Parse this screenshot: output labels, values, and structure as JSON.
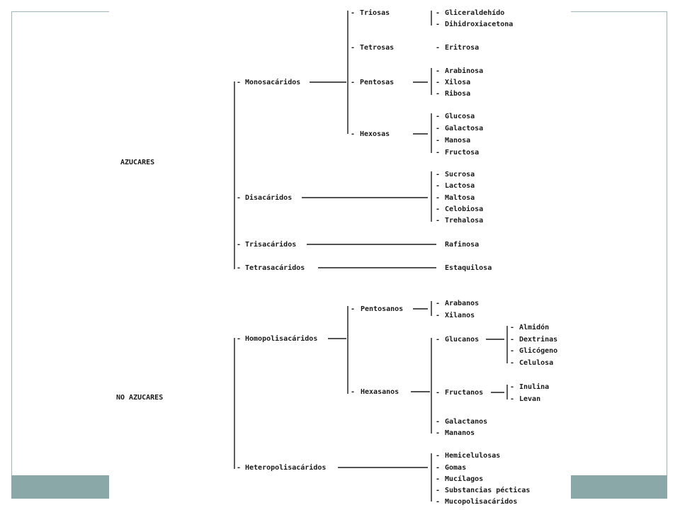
{
  "azucares": {
    "label": "AZUCARES",
    "monosacaridos": {
      "label": "Monosacáridos",
      "triosas": {
        "label": "Triosas",
        "items": [
          "Gliceraldehído",
          "Dihidroxiacetona"
        ]
      },
      "tetrosas": {
        "label": "Tetrosas",
        "items": [
          "Eritrosa"
        ]
      },
      "pentosas": {
        "label": "Pentosas",
        "items": [
          "Arabinosa",
          "Xilosa",
          "Ribosa"
        ]
      },
      "hexosas": {
        "label": "Hexosas",
        "items": [
          "Glucosa",
          "Galactosa",
          "Manosa",
          "Fructosa"
        ]
      }
    },
    "disacaridos": {
      "label": "Disacáridos",
      "items": [
        "Sucrosa",
        "Lactosa",
        "Maltosa",
        "Celobiosa",
        "Trehalosa"
      ]
    },
    "trisacaridos": {
      "label": "Trisacáridos",
      "items": [
        "Rafinosa"
      ]
    },
    "tetrasacaridos": {
      "label": "Tetrasacáridos",
      "items": [
        "Estaquilosa"
      ]
    }
  },
  "no_azucares": {
    "label": "NO AZUCARES",
    "homopolisacaridos": {
      "label": "Homopolisacáridos",
      "pentosanos": {
        "label": "Pentosanos",
        "items": [
          "Arabanos",
          "Xilanos"
        ]
      },
      "hexasanos": {
        "label": "Hexasanos",
        "glucanos": {
          "label": "Glucanos",
          "items": [
            "Almidón",
            "Dextrinas",
            "Glicógeno",
            "Celulosa"
          ]
        },
        "fructanos": {
          "label": "Fructanos",
          "items": [
            "Inulina",
            "Levan"
          ]
        },
        "galactanos": {
          "label": "Galactanos"
        },
        "mananos": {
          "label": "Mananos"
        }
      }
    },
    "heteropolisacaridos": {
      "label": "Heteropolisacáridos",
      "items": [
        "Hemicelulosas",
        "Gomas",
        "Mucílagos",
        "Substancias pécticas",
        "Mucopolisacáridos"
      ]
    }
  }
}
